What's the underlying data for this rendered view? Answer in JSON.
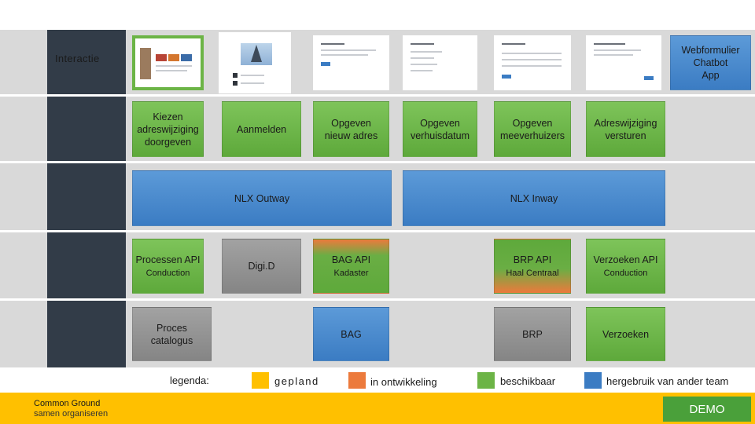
{
  "lanes": {
    "interactie": "Interactie"
  },
  "channels_label": "Webformulier\nChatbot\nApp",
  "processes": [
    "Kiezen\nadreswijziging\ndoorgeven",
    "Aanmelden",
    "Opgeven\nnieuw adres",
    "Opgeven\nverhuisdatum",
    "Opgeven\nmeeverhuizers",
    "Adreswijziging\nversturen"
  ],
  "nlx": {
    "outway": "NLX Outway",
    "inway": "NLX Inway"
  },
  "apis": [
    {
      "title": "Processen API",
      "sub": "Conduction"
    },
    {
      "title": "Digi.D",
      "sub": ""
    },
    {
      "title": "BAG API",
      "sub": "Kadaster"
    },
    {
      "title": "BRP API",
      "sub": "Haal Centraal"
    },
    {
      "title": "Verzoeken API",
      "sub": "Conduction"
    }
  ],
  "sources": [
    "Proces\ncatalogus",
    "BAG",
    "BRP",
    "Verzoeken"
  ],
  "legend": {
    "title": "legenda:",
    "items": [
      {
        "label": "gepland",
        "color": "#ffc000"
      },
      {
        "label": "in ontwikkeling",
        "color": "#ec7a3c"
      },
      {
        "label": "beschikbaar",
        "color": "#6cb446"
      },
      {
        "label": "hergebruik van ander team",
        "color": "#3b7cc3"
      }
    ]
  },
  "footer": {
    "brand": "Common Ground",
    "tagline": "samen organiseren",
    "demo": "DEMO"
  },
  "colors": {
    "band": "#d9d9d9",
    "lane_header": "#323c48",
    "available": "#6cb446",
    "reuse": "#3b7cc3",
    "in_development": "#ec7a3c",
    "planned": "#ffc000",
    "neutral": "#959595"
  }
}
